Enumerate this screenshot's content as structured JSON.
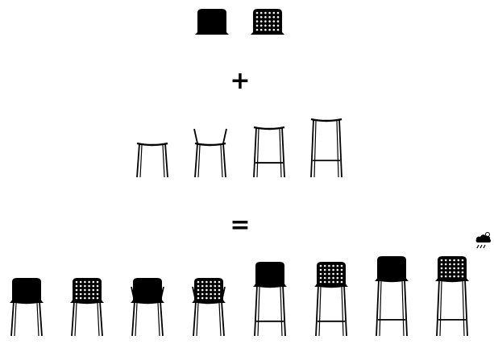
{
  "diagram": {
    "operators": {
      "plus": "+",
      "equals": "="
    },
    "seat_shells": [
      {
        "name": "solid-shell-icon",
        "style": "solid"
      },
      {
        "name": "perforated-shell-icon",
        "style": "perforated"
      }
    ],
    "frames": [
      {
        "name": "low-stool-frame-icon",
        "kind": "chair"
      },
      {
        "name": "armchair-frame-icon",
        "kind": "armchair"
      },
      {
        "name": "counter-stool-frame-icon",
        "kind": "counter-stool"
      },
      {
        "name": "bar-stool-frame-icon",
        "kind": "bar-stool"
      }
    ],
    "results": [
      {
        "name": "chair-solid-icon",
        "kind": "chair",
        "style": "solid"
      },
      {
        "name": "chair-perforated-icon",
        "kind": "chair",
        "style": "perforated"
      },
      {
        "name": "armchair-solid-icon",
        "kind": "armchair",
        "style": "solid"
      },
      {
        "name": "armchair-perforated-icon",
        "kind": "armchair",
        "style": "perforated"
      },
      {
        "name": "counter-stool-solid-icon",
        "kind": "counter-stool",
        "style": "solid"
      },
      {
        "name": "counter-stool-perforated-icon",
        "kind": "counter-stool",
        "style": "perforated"
      },
      {
        "name": "bar-stool-solid-icon",
        "kind": "bar-stool",
        "style": "solid"
      },
      {
        "name": "bar-stool-perforated-icon",
        "kind": "bar-stool",
        "style": "perforated"
      }
    ],
    "weather_badge": {
      "name": "weather-rain-icon"
    },
    "colors": {
      "ink": "#000000",
      "background": "#ffffff"
    }
  }
}
